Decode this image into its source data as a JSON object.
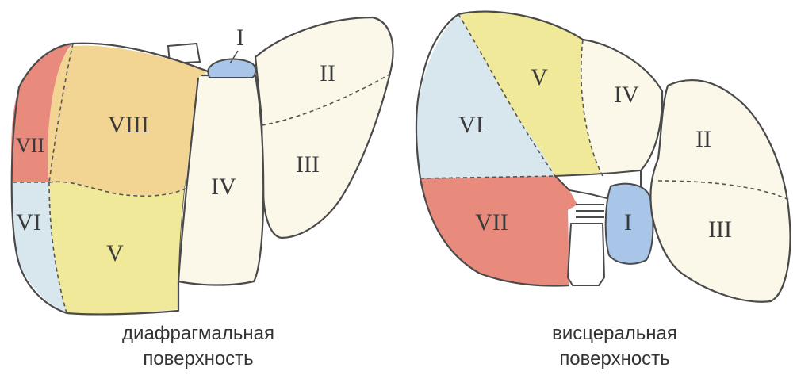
{
  "diagram": {
    "left_view": {
      "caption": "диафрагмальная поверхность",
      "segments": {
        "I": "I",
        "II": "II",
        "III": "III",
        "IV": "IV",
        "V": "V",
        "VI": "VI",
        "VII": "VII",
        "VIII": "VIII"
      }
    },
    "right_view": {
      "caption": "висцеральная поверхность",
      "segments": {
        "I": "I",
        "II": "II",
        "III": "III",
        "IV": "IV",
        "V": "V",
        "VI": "VI",
        "VII": "VII"
      }
    },
    "colors": {
      "segment_VII": "#e88a7c",
      "segment_VIII": "#f2d493",
      "segment_V": "#f0e99a",
      "segment_VI": "#d8e6ee",
      "segment_I": "#a9c6e8",
      "segment_pale": "#fbf8ea",
      "outline": "#4a4a4a"
    }
  }
}
